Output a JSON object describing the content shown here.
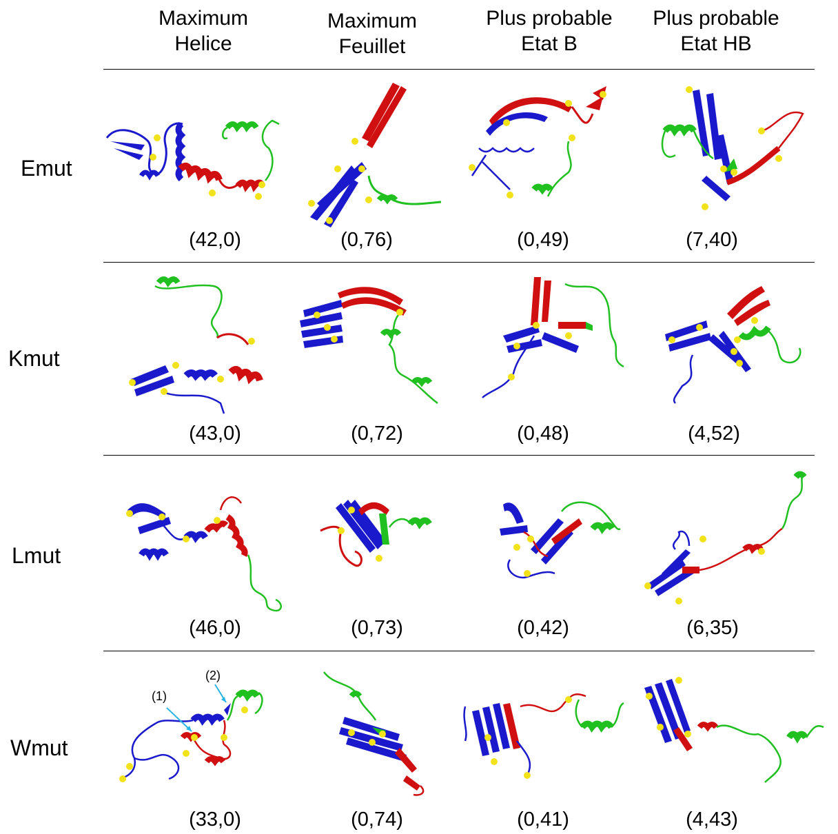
{
  "columns": [
    {
      "line1": "Maximum",
      "line2": "Helice"
    },
    {
      "line1": "Maximum",
      "line2": "Feuillet"
    },
    {
      "line1": "Plus probable",
      "line2": "Etat B"
    },
    {
      "line1": "Plus probable",
      "line2": "Etat HB"
    }
  ],
  "rows": [
    {
      "label": "Emut",
      "values": [
        "(42,0)",
        "(0,76)",
        "(0,49)",
        "(7,40)"
      ]
    },
    {
      "label": "Kmut",
      "values": [
        "(43,0)",
        "(0,72)",
        "(0,48)",
        "(4,52)"
      ]
    },
    {
      "label": "Lmut",
      "values": [
        "(46,0)",
        "(0,73)",
        "(0,42)",
        "(6,35)"
      ]
    },
    {
      "label": "Wmut",
      "values": [
        "(33,0)",
        "(0,74)",
        "(0,41)",
        "(4,43)"
      ]
    }
  ],
  "annotations": {
    "arrow1": "(1)",
    "arrow2": "(2)"
  },
  "colors": {
    "domain_n": "#1a1acc",
    "domain_mid": "#d01010",
    "domain_c": "#20c020",
    "marker": "#f2e21a",
    "arrow": "#29b4e6"
  }
}
